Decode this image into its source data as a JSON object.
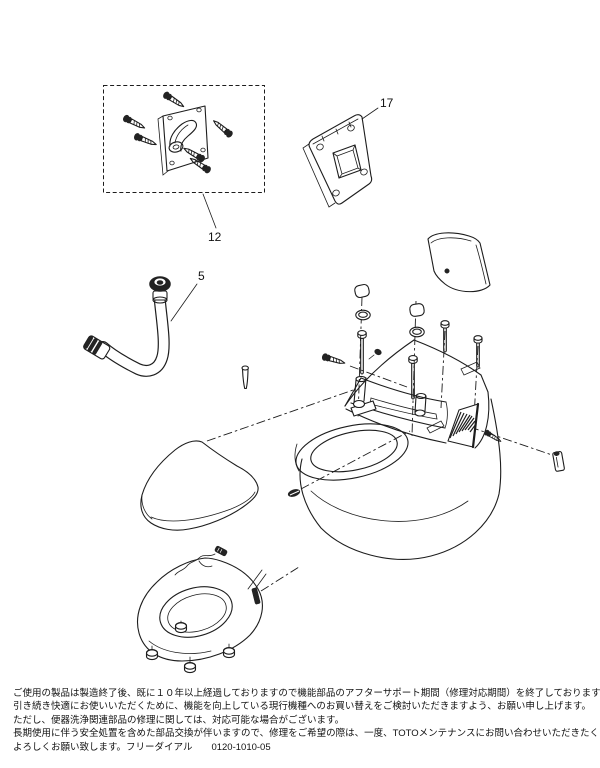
{
  "diagram": {
    "part_labels": {
      "fixing_plate": "12",
      "base_plate": "17",
      "supply_hose": "5"
    }
  },
  "notice": {
    "lines": [
      "ご使用の製品は製造終了後、既に１０年以上経過しておりますので機能部品のアフターサポート期間（修理対応期間）を終了しております。",
      "引き続き快適にお使いいただくために、機能を向上している現行機種へのお買い替えをご検討いただきますよう、お願い申し上げます。",
      "ただし、便器洗浄関連部品の修理に関しては、対応可能な場合がございます。",
      "長期使用に伴う安全処置を含めた部品交換が伴いますので、修理をご希望の際は、一度、TOTOメンテナンスにお問い合わせいただきたく",
      "よろしくお願い致します。フリーダイアル　　0120-1010-05"
    ]
  }
}
